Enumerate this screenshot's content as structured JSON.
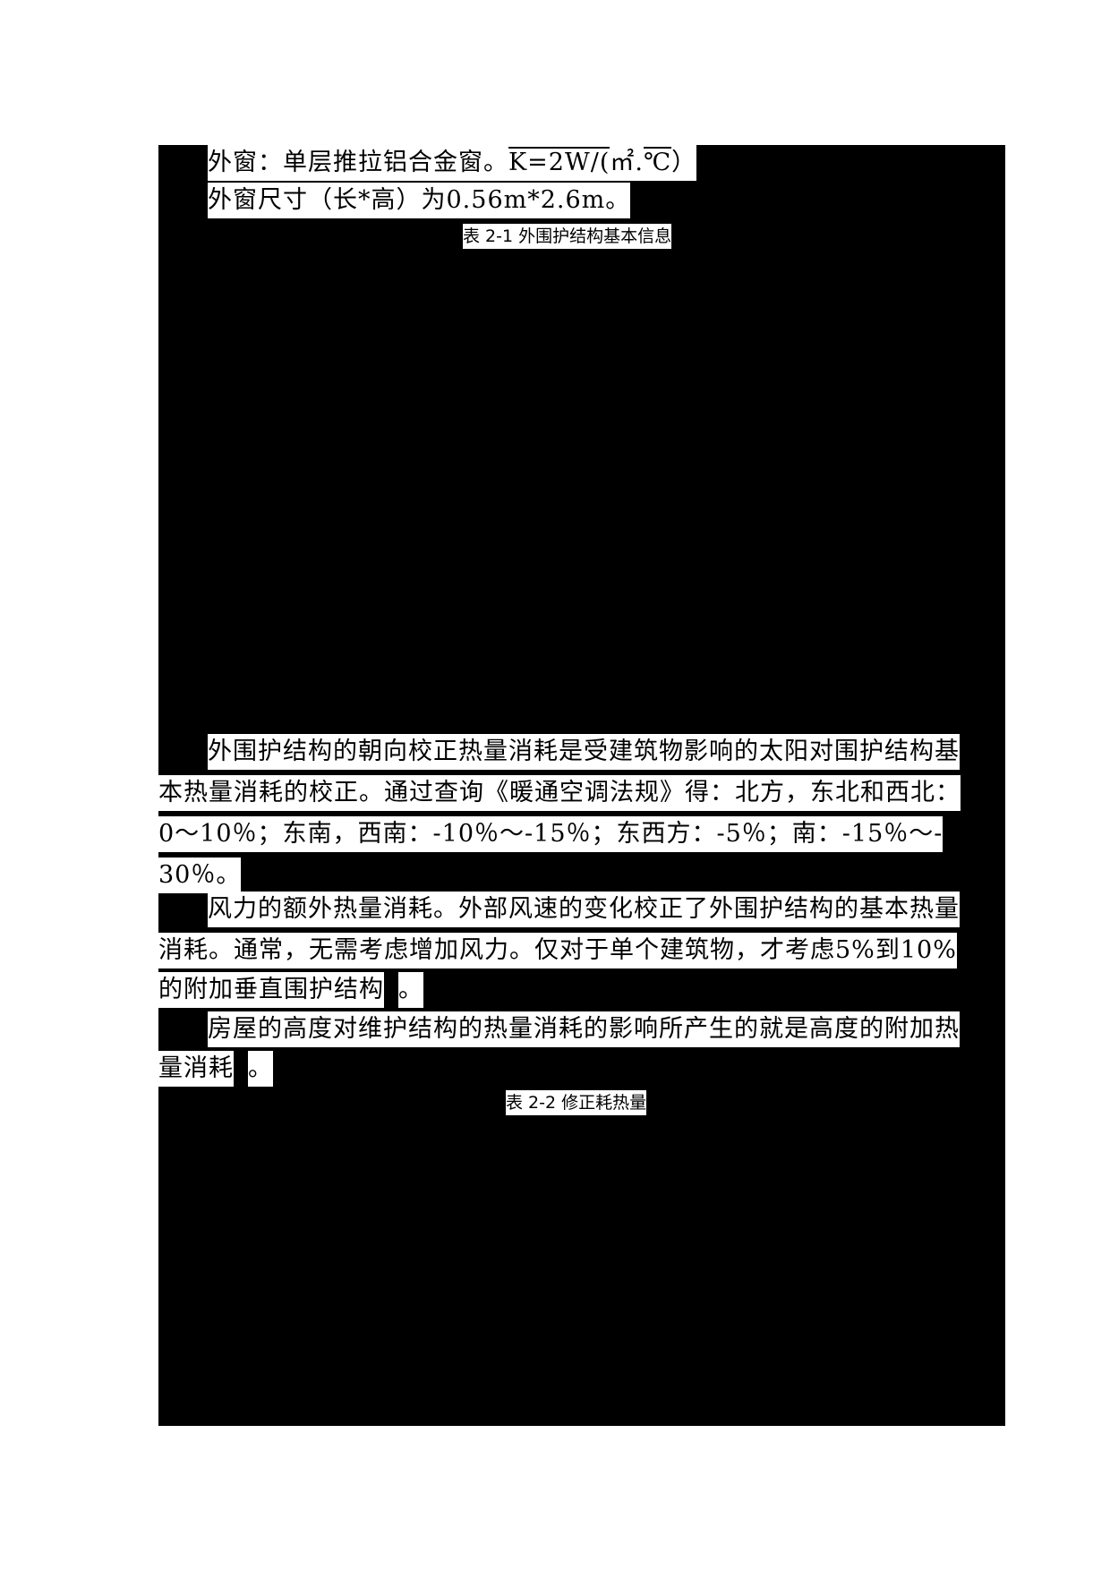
{
  "document": {
    "paragraphs": {
      "window_material": {
        "label": "外窗：单层推拉铝合金窗。",
        "k_value": "K=2W/(",
        "unit_area": "㎡",
        "unit_dot": ".",
        "unit_temp": "℃",
        "close": "）"
      },
      "window_size": {
        "text": "外窗尺寸（长*高）为",
        "value": "0.56m*2.6m",
        "end": "。"
      },
      "orientation": {
        "line1": "外围护结构的朝向校正热量消耗是受建筑物影响的太阳对围护结构基",
        "line2": "本热量消耗的校正。通过查询《暖通空调法规》得：北方，东北和西北：",
        "line3": "0～10％；东南，西南：-10％～-15％；东西方：-5％；南：-15％～-",
        "line4": "30％。"
      },
      "wind": {
        "line1": "风力的额外热量消耗。外部风速的变化校正了外围护结构的基本热量",
        "line2_a": "消耗。通常，无需考虑增加风力。仅对于单个建筑物，才考虑",
        "line2_b": "5%",
        "line2_c": "到",
        "line2_d": "10%",
        "line3": "的附加垂直围护结构",
        "line3_end": "。"
      },
      "height": {
        "line1": "房屋的高度对维护结构的热量消耗的影响所产生的就是高度的附加热",
        "line2": "量消耗",
        "line2_end": "。"
      }
    },
    "captions": {
      "table_2_1": "表 2-1 外围护结构基本信息",
      "table_2_2": "表 2-2 修正耗热量"
    },
    "colors": {
      "redaction": "#000000",
      "page": "#ffffff",
      "text": "#000000"
    }
  }
}
